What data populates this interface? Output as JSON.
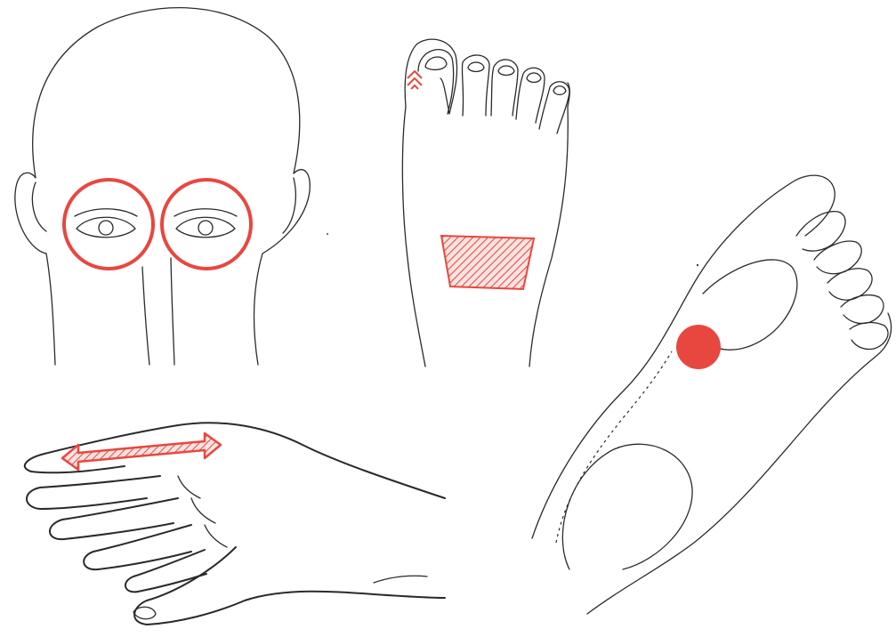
{
  "figures": [
    {
      "id": "head-back",
      "highlight": "eye-circles"
    },
    {
      "id": "foot-top",
      "highlight": "ankle-band"
    },
    {
      "id": "foot-sole",
      "highlight": "arch-dot"
    },
    {
      "id": "hand",
      "highlight": "finger-arrow"
    }
  ],
  "colors": {
    "highlight": "#e8473f",
    "line": "#2a2a2a",
    "background": "#ffffff"
  }
}
